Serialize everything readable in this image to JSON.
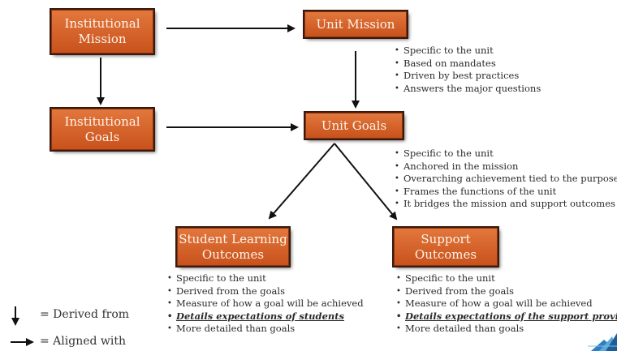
{
  "boxes": {
    "institutional_mission": [
      "Institutional",
      "Mission"
    ],
    "unit_mission": "Unit Mission",
    "institutional_goals": [
      "Institutional",
      "Goals"
    ],
    "unit_goals": "Unit Goals",
    "student_learning_outcomes": [
      "Student Learning",
      "Outcomes"
    ],
    "support_outcomes": [
      "Support",
      "Outcomes"
    ]
  },
  "unit_mission_bullets": [
    "Specific to the unit",
    "Based on mandates",
    "Driven by best practices",
    "Answers the major questions"
  ],
  "unit_goals_bullets": [
    "Specific to the unit",
    "Anchored in the mission",
    "Overarching achievement tied to the purpose",
    "Frames the functions of the unit",
    "It bridges the mission and support outcomes"
  ],
  "slo_bullets": [
    "Specific to the unit",
    "Derived from the goals",
    "Measure of how a goal will be achieved",
    "Details expectations of  students",
    "More detailed than goals"
  ],
  "support_bullets": [
    "Specific to the unit",
    "Derived from the goals",
    "Measure of how a goal will be achieved",
    "Details expectations of  the support provided",
    "More detailed than goals"
  ],
  "legend": {
    "derived": "= Derived from",
    "aligned": "= Aligned with"
  },
  "colors": {
    "box_fill": "#d9642a",
    "box_border": "#3a1a0c",
    "box_text": "#fdf4ec",
    "arrow": "#111111"
  }
}
